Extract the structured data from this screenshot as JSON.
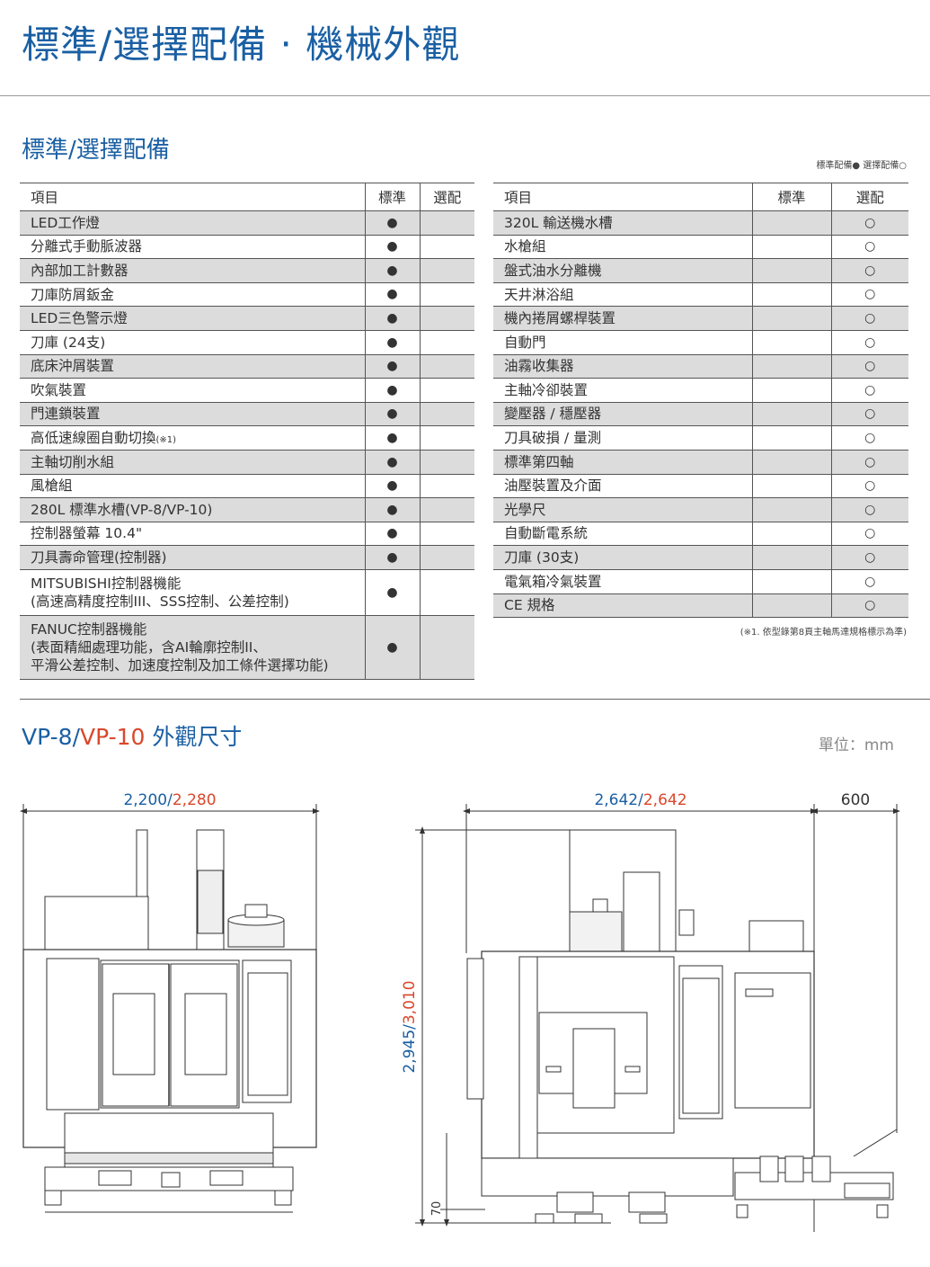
{
  "page": {
    "title": "標準/選擇配備 ‧ 機械外觀"
  },
  "equipment": {
    "section_title": "標準/選擇配備",
    "legend": "標準配備● 選擇配備○",
    "headers": {
      "item": "項目",
      "standard": "標準",
      "optional": "選配"
    },
    "symbols": {
      "standard": "●",
      "optional": "○"
    },
    "left_rows": [
      {
        "item": "LED工作燈",
        "standard": "●",
        "optional": ""
      },
      {
        "item": "分離式手動脈波器",
        "standard": "●",
        "optional": ""
      },
      {
        "item": "內部加工計數器",
        "standard": "●",
        "optional": ""
      },
      {
        "item": "刀庫防屑鈑金",
        "standard": "●",
        "optional": ""
      },
      {
        "item": "LED三色警示燈",
        "standard": "●",
        "optional": ""
      },
      {
        "item": "刀庫 (24支)",
        "standard": "●",
        "optional": ""
      },
      {
        "item": "底床沖屑裝置",
        "standard": "●",
        "optional": ""
      },
      {
        "item": "吹氣裝置",
        "standard": "●",
        "optional": ""
      },
      {
        "item": "門連鎖裝置",
        "standard": "●",
        "optional": ""
      },
      {
        "item": "高低速線圈自動切換",
        "note": "(※1)",
        "standard": "●",
        "optional": ""
      },
      {
        "item": "主軸切削水組",
        "standard": "●",
        "optional": ""
      },
      {
        "item": "風槍組",
        "standard": "●",
        "optional": ""
      },
      {
        "item": "280L 標準水槽(VP-8/VP-10)",
        "standard": "●",
        "optional": ""
      },
      {
        "item": "控制器螢幕 10.4\"",
        "standard": "●",
        "optional": ""
      },
      {
        "item": "刀具壽命管理(控制器)",
        "standard": "●",
        "optional": ""
      },
      {
        "item": "MITSUBISHI控制器機能",
        "line2": "(高速高精度控制III、SSS控制、公差控制)",
        "standard": "●",
        "optional": ""
      },
      {
        "item": "FANUC控制器機能",
        "line2": "(表面精細處理功能，含AI輪廓控制II、",
        "line3": "平滑公差控制、加速度控制及加工條件選擇功能)",
        "standard": "●",
        "optional": ""
      }
    ],
    "right_rows": [
      {
        "item": "320L 輸送機水槽",
        "standard": "",
        "optional": "○"
      },
      {
        "item": "水槍組",
        "standard": "",
        "optional": "○"
      },
      {
        "item": "盤式油水分離機",
        "standard": "",
        "optional": "○"
      },
      {
        "item": "天井淋浴組",
        "standard": "",
        "optional": "○"
      },
      {
        "item": "機內捲屑螺桿裝置",
        "standard": "",
        "optional": "○"
      },
      {
        "item": "自動門",
        "standard": "",
        "optional": "○"
      },
      {
        "item": "油霧收集器",
        "standard": "",
        "optional": "○"
      },
      {
        "item": "主軸冷卻裝置",
        "standard": "",
        "optional": "○"
      },
      {
        "item": "變壓器 / 穩壓器",
        "standard": "",
        "optional": "○"
      },
      {
        "item": "刀具破損 / 量測",
        "standard": "",
        "optional": "○"
      },
      {
        "item": "標準第四軸",
        "standard": "",
        "optional": "○"
      },
      {
        "item": "油壓裝置及介面",
        "standard": "",
        "optional": "○"
      },
      {
        "item": "光學尺",
        "standard": "",
        "optional": "○"
      },
      {
        "item": "自動斷電系統",
        "standard": "",
        "optional": "○"
      },
      {
        "item": "刀庫 (30支)",
        "standard": "",
        "optional": "○"
      },
      {
        "item": "電氣箱冷氣裝置",
        "standard": "",
        "optional": "○"
      },
      {
        "item": "CE 規格",
        "standard": "",
        "optional": "○"
      }
    ],
    "footnote": "(※1. 依型錄第8頁主軸馬達規格標示為準)"
  },
  "dimensions": {
    "title_model_a": "VP-8",
    "title_sep": "/",
    "title_model_b": "VP-10",
    "title_rest": " 外觀尺寸",
    "unit": "單位：mm",
    "front_width_a": "2,200",
    "front_width_b": "2,280",
    "side_depth_a": "2,642",
    "side_depth_b": "2,642",
    "side_extra": "600",
    "height_a": "2,945",
    "height_b": "3,010",
    "base_height": "70",
    "colors": {
      "model_a": "#1a5fa3",
      "model_b": "#d9472b"
    }
  }
}
